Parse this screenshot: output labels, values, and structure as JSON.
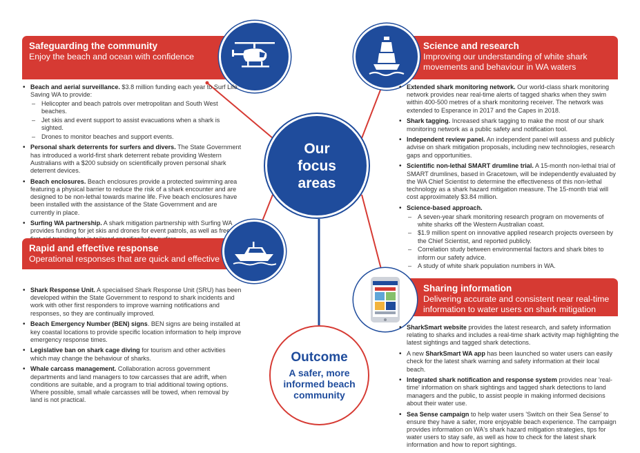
{
  "center": {
    "line1": "Our",
    "line2": "focus",
    "line3": "areas"
  },
  "outcome": {
    "title": "Outcome",
    "line1": "A safer, more",
    "line2": "informed beach",
    "line3": "community"
  },
  "safeguarding": {
    "title": "Safeguarding the community",
    "subtitle": "Enjoy the beach and ocean with confidence",
    "icon": "helicopter-icon",
    "items": [
      {
        "bold": "Beach and aerial surveillance.",
        "text": " $3.8 million funding each year to Surf Life Saving WA to provide:",
        "sub": [
          "Helicopter and beach patrols over metropolitan and South West beaches.",
          "Jet skis and event support to assist evacuations when a shark is sighted.",
          "Drones to monitor beaches and support events."
        ]
      },
      {
        "bold": "Personal shark deterrents for surfers and divers.",
        "text": " The State Government has introduced a world-first shark deterrent rebate providing Western Australians with a $200 subsidy on scientifically proven personal shark deterrent devices."
      },
      {
        "bold": "Beach enclosures.",
        "text": " Beach enclosures provide a protected swimming area featuring a physical barrier to reduce the risk of a shark encounter and are designed to be non-lethal towards marine life. Five beach enclosures have been installed with the assistance of the State Government and are currently in place."
      },
      {
        "bold": "Surfing WA partnership.",
        "text": " A shark mitigation partnership with Surfing WA provides funding for jet skis and drones for event patrols, as well as free first-aid training that is tailored specifically for surfers."
      }
    ]
  },
  "rapid": {
    "title": "Rapid and effective response",
    "subtitle": "Operational responses that are quick and effective",
    "icon": "boat-icon",
    "items": [
      {
        "bold": "Shark Response Unit.",
        "text": " A specialised Shark Response Unit (SRU) has been developed within the State Government to respond to shark incidents and work with other first responders to improve warning notifications and responses, so they are continually improved."
      },
      {
        "bold": "Beach Emergency Number (BEN) signs",
        "text": ". BEN signs are being installed at key coastal locations to provide specific location information to help improve emergency response times."
      },
      {
        "bold": "Legislative ban on shark cage diving",
        "text": " for tourism and other activities which may change the behaviour of sharks."
      },
      {
        "bold": "Whale carcass management.",
        "text": " Collaboration across government departments and land managers to tow carcasses that are adrift, when conditions are suitable, and a program to trial additional towing options. Where possible, small whale carcasses will be towed, when removal by land is not practical."
      }
    ]
  },
  "science": {
    "title": "Science and research",
    "subtitle": "Improving our understanding of white shark movements and behaviour in WA waters",
    "icon": "buoy-icon",
    "items": [
      {
        "bold": "Extended shark monitoring network.",
        "text": " Our world-class shark monitoring network provides near real-time alerts of tagged sharks when they swim within 400-500 metres of a shark monitoring receiver. The network was extended to Esperance in 2017 and the Capes in 2018."
      },
      {
        "bold": "Shark tagging.",
        "text": " Increased shark tagging to make the most of our shark monitoring network as a public safety and notification tool."
      },
      {
        "bold": "Independent review panel.",
        "text": " An independent panel will assess and publicly advise on shark mitigation proposals, including new technologies, research gaps and opportunities."
      },
      {
        "bold": "Scientific non-lethal SMART drumline trial.",
        "text": " A 15-month non-lethal trial of SMART drumlines, based in Gracetown, will be independently evaluated by the WA Chief Scientist to determine the effectiveness of this non-lethal technology as a shark hazard mitigation measure. The 15-month trial will cost approximately $3.84 million."
      },
      {
        "bold": "Science-based approach.",
        "text": "",
        "sub": [
          "A seven-year shark monitoring research program on movements of white sharks off the Western Australian coast.",
          "$1.9 million spent on innovative applied research projects overseen by the Chief Scientist, and reported publicly.",
          "Correlation study between environmental factors and shark bites to inform our safety advice.",
          "A study of white shark population numbers in WA."
        ]
      }
    ]
  },
  "sharing": {
    "title": "Sharing information",
    "subtitle": "Delivering accurate and consistent near real-time information to water users on shark mitigation",
    "icon": "phone-app-icon",
    "items": [
      {
        "bold": "SharkSmart website",
        "text": " provides the latest research, and safety information relating to sharks and includes a real-time shark activity map highlighting the latest sightings and tagged shark detections."
      },
      {
        "pre": "A new ",
        "bold": "SharkSmart WA app",
        "text": " has been launched so water users can easily check for the latest shark warning and safety information at their local beach."
      },
      {
        "bold": "Integrated shark notification and response system",
        "text": " provides near 'real-time' information on shark sightings and tagged shark detections to land managers and the public, to assist people in making informed decisions about their water use."
      },
      {
        "bold": "Sea Sense campaign",
        "text": " to help water users 'Switch on their Sea Sense' to ensure they have a safer, more enjoyable beach experience. The campaign provides information on WA's shark hazard mitigation strategies, tips for water users to stay safe, as well as how to check for the latest shark information and how to report sightings."
      }
    ]
  },
  "colors": {
    "red": "#d63a33",
    "blue": "#1f4c9c"
  }
}
